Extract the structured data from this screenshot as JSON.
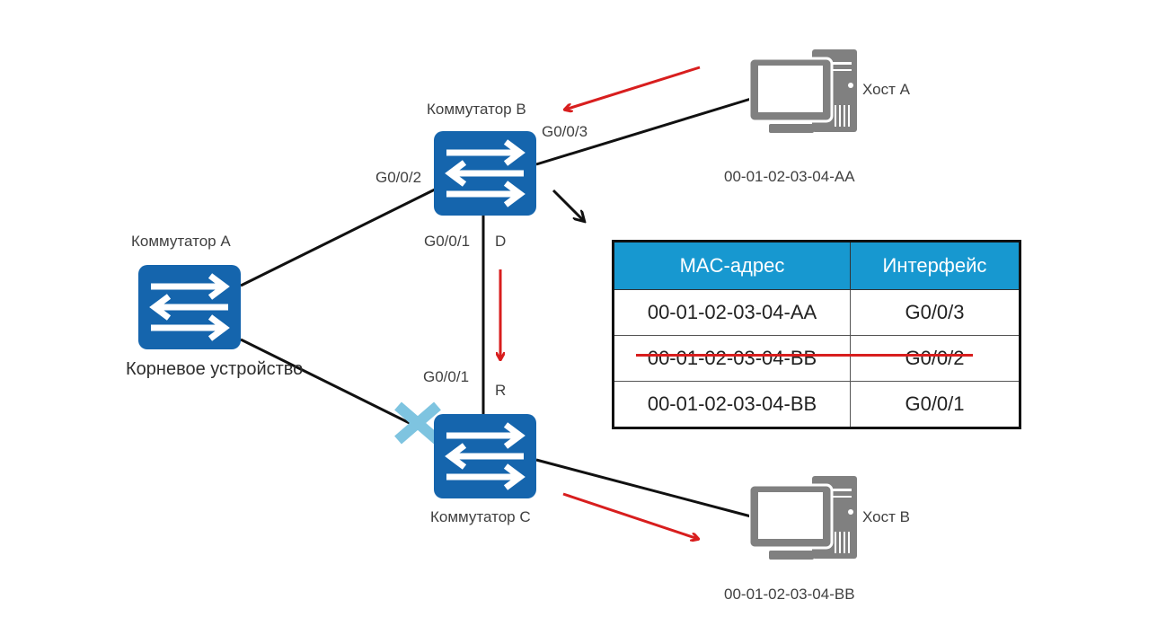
{
  "switches": {
    "a": {
      "name": "Коммутатор A",
      "role": "Корневое устройство"
    },
    "b": {
      "name": "Коммутатор B",
      "ports": {
        "to_a": "G0/0/2",
        "to_host": "G0/0/3",
        "to_c": "G0/0/1",
        "to_c_role": "D"
      }
    },
    "c": {
      "name": "Коммутатор C",
      "ports": {
        "to_b": "G0/0/1",
        "to_b_role": "R"
      }
    }
  },
  "hosts": {
    "a": {
      "name": "Хост A",
      "mac": "00-01-02-03-04-AA"
    },
    "b": {
      "name": "Хост B",
      "mac": "00-01-02-03-04-BB"
    }
  },
  "mac_table": {
    "headers": [
      "MAC-адрес",
      "Интерфейс"
    ],
    "rows": [
      {
        "mac": "00-01-02-03-04-AA",
        "interface": "G0/0/3",
        "struck": false
      },
      {
        "mac": "00-01-02-03-04-BB",
        "interface": "G0/0/2",
        "struck": true
      },
      {
        "mac": "00-01-02-03-04-BB",
        "interface": "G0/0/1",
        "struck": false
      }
    ]
  },
  "colors": {
    "switch_blue": "#1565ad",
    "table_header": "#1798d0",
    "flow_arrow": "#d81e1e",
    "blocked_mark": "#7ec4e0",
    "host_gray": "#808080"
  }
}
